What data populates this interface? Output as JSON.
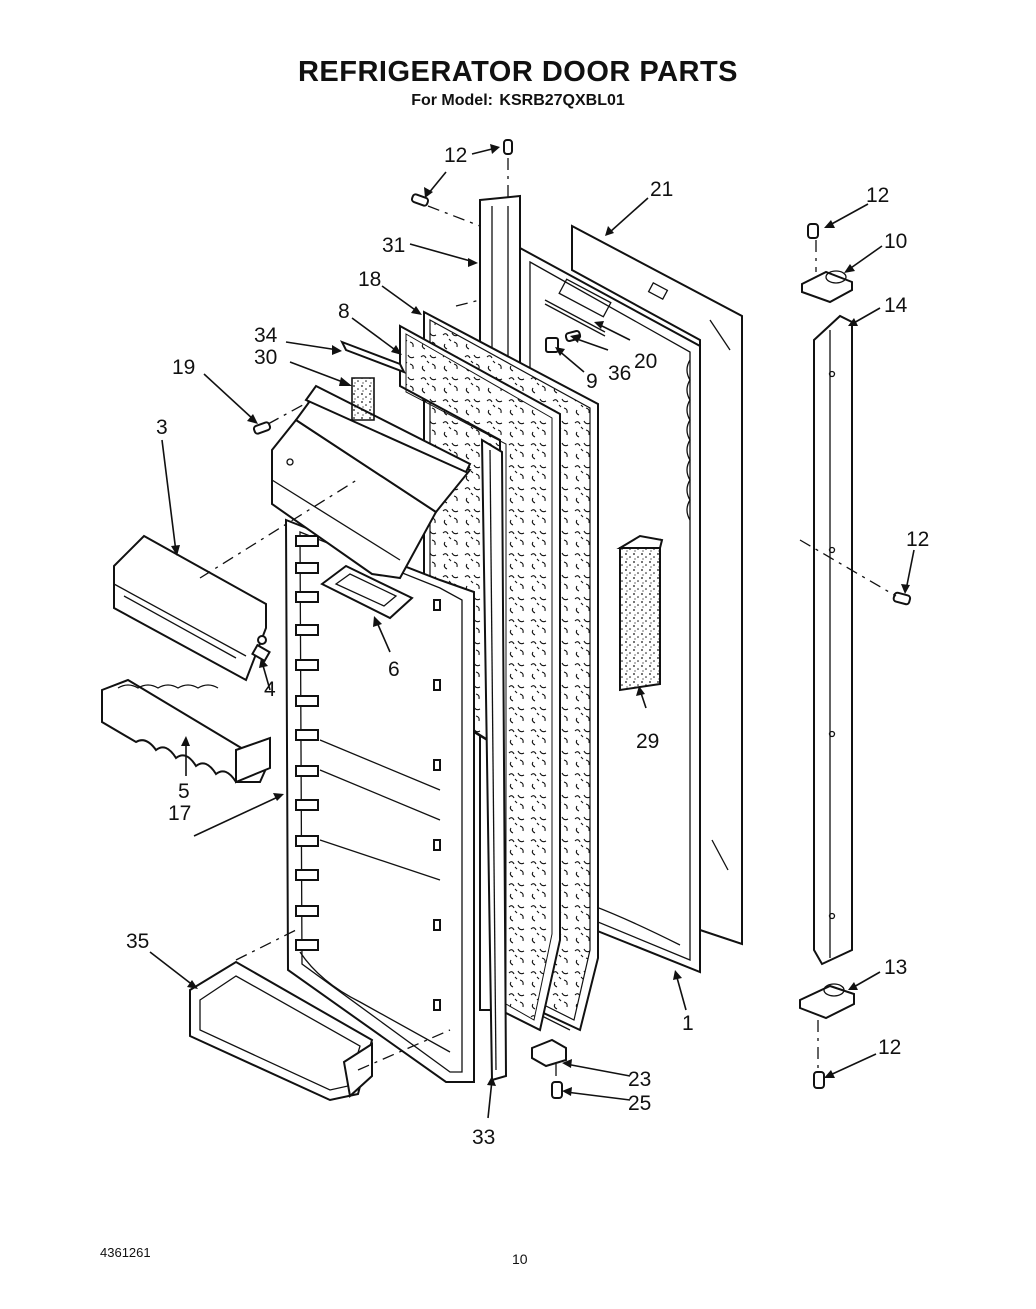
{
  "header": {
    "title": "REFRIGERATOR DOOR PARTS",
    "model_prefix": "For Model:",
    "model_number": "KSRB27QXBL01"
  },
  "callouts": {
    "p1": "1",
    "p3": "3",
    "p4": "4",
    "p5": "5",
    "p6": "6",
    "p8": "8",
    "p9": "9",
    "p10": "10",
    "p12": "12",
    "p13": "13",
    "p14": "14",
    "p17": "17",
    "p18": "18",
    "p19": "19",
    "p20": "20",
    "p21": "21",
    "p23": "23",
    "p25": "25",
    "p29": "29",
    "p30": "30",
    "p31": "31",
    "p33": "33",
    "p34": "34",
    "p35": "35",
    "p36": "36"
  },
  "footer": {
    "doc_number": "4361261",
    "page_number": "10"
  }
}
